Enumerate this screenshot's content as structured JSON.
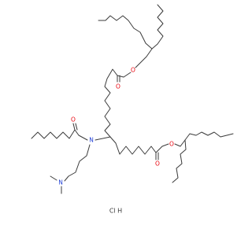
{
  "molecule": {
    "atoms": {
      "O_top_carbonyl": "O",
      "O_top_ester": "O",
      "O_mid_carbonyl": "O",
      "O_mid_ester": "O",
      "O_amide": "O",
      "N_amide": "N",
      "N_amine": "N"
    },
    "salt": "HCl",
    "colors": {
      "bond": "#3a3a3a",
      "oxygen": "#e8000b",
      "nitrogen": "#1f3fd6",
      "carbon_label": "#3a3a3a"
    }
  }
}
